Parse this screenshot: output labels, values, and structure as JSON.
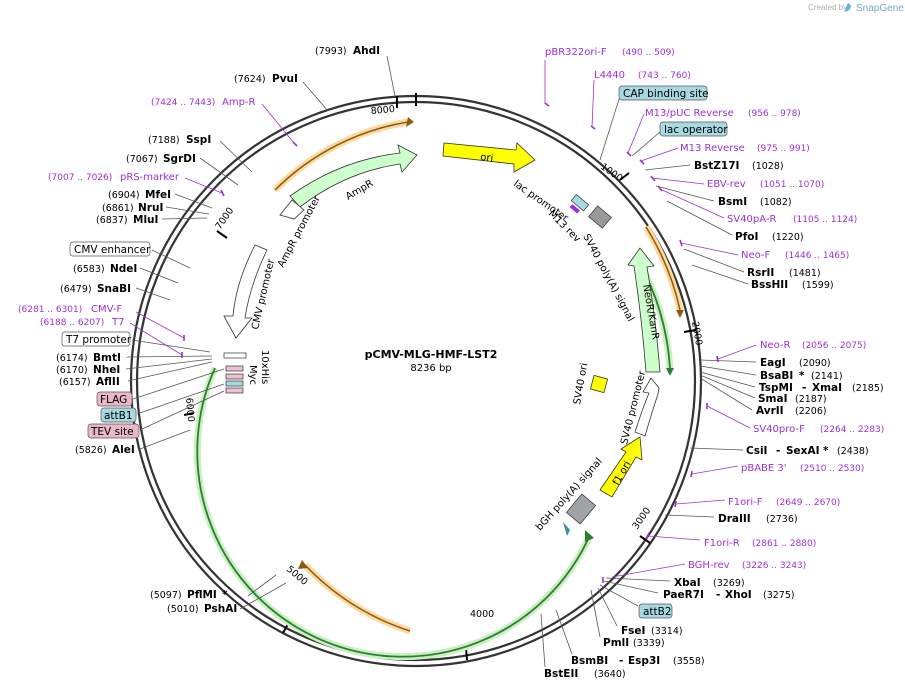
{
  "header": {
    "watermark": "Created by",
    "brand": "SnapGene"
  },
  "plasmid": {
    "name": "pCMV-MLG-HMF-LST2",
    "size": "8236 bp"
  },
  "ticks": [
    "1000",
    "2000",
    "3000",
    "4000",
    "5000",
    "6000",
    "7000",
    "8000"
  ],
  "features": {
    "ori": "ori",
    "lac_promoter": "lac promoter",
    "m13_rev": "M13 rev",
    "sv40_polyA": "SV40 poly(A) signal",
    "neor": "NeoR/KanR",
    "sv40_ori": "SV40 ori",
    "sv40_promoter": "SV40 promoter",
    "f1_ori": "f1 ori",
    "bgh_polyA": "bGH poly(A) signal",
    "ampr": "AmpR",
    "ampr_promoter": "AmpR promoter",
    "cmv_promoter": "CMV promoter",
    "his": "10xHis",
    "myc": "Myc"
  },
  "boxed": {
    "cap": "CAP binding site",
    "lac_operator": "lac operator",
    "cmv_enhancer": "CMV enhancer",
    "t7_promoter": "T7 promoter",
    "flag": "FLAG",
    "attb1": "attB1",
    "tev": "TEV site",
    "attb2": "attB2"
  },
  "primers": {
    "pbr322": {
      "name": "pBR322ori-F",
      "pos": "(490 .. 509)"
    },
    "l4440": {
      "name": "L4440",
      "pos": "(743 .. 760)"
    },
    "m13puc": {
      "name": "M13/pUC Reverse",
      "pos": "(956 .. 978)"
    },
    "m13rev": {
      "name": "M13 Reverse",
      "pos": "(975 .. 991)"
    },
    "ebv": {
      "name": "EBV-rev",
      "pos": "(1051 .. 1070)"
    },
    "sv40pa": {
      "name": "SV40pA-R",
      "pos": "(1105 .. 1124)"
    },
    "neof": {
      "name": "Neo-F",
      "pos": "(1446 .. 1465)"
    },
    "neor": {
      "name": "Neo-R",
      "pos": "(2056 .. 2075)"
    },
    "sv40pro": {
      "name": "SV40pro-F",
      "pos": "(2264 .. 2283)"
    },
    "pbabe": {
      "name": "pBABE 3'",
      "pos": "(2510 .. 2530)"
    },
    "f1orif": {
      "name": "F1ori-F",
      "pos": "(2649 .. 2670)"
    },
    "f1orir": {
      "name": "F1ori-R",
      "pos": "(2861 .. 2880)"
    },
    "bgh": {
      "name": "BGH-rev",
      "pos": "(3226 .. 3243)"
    },
    "ampr": {
      "name": "Amp-R",
      "pos": "(7424 .. 7443)"
    },
    "prs": {
      "name": "pRS-marker",
      "pos": "(7007 .. 7026)"
    },
    "cmvf": {
      "name": "CMV-F",
      "pos": "(6281 .. 6301)"
    },
    "t7": {
      "name": "T7",
      "pos": "(6188 .. 6207)"
    }
  },
  "enzymes": {
    "bstz17i": {
      "name": "BstZ17I",
      "pos": "(1028)"
    },
    "bsmi": {
      "name": "BsmI",
      "pos": "(1082)"
    },
    "pfoi": {
      "name": "PfoI",
      "pos": "(1220)"
    },
    "rsrii": {
      "name": "RsrII",
      "pos": "(1481)"
    },
    "bsshii": {
      "name": "BssHII",
      "pos": "(1599)"
    },
    "eagi": {
      "name": "EagI",
      "pos": "(2090)"
    },
    "bsabi": {
      "name": "BsaBI",
      "star": "*",
      "pos": "(2141)"
    },
    "tspmi": {
      "name": "TspMI",
      "sep": "-",
      "name2": "XmaI",
      "pos": "(2185)"
    },
    "smai": {
      "name": "SmaI",
      "pos": "(2187)"
    },
    "avrii": {
      "name": "AvrII",
      "pos": "(2206)"
    },
    "csii": {
      "name": "CsiI",
      "sep": "-",
      "name2": "SexAI",
      "star": "*",
      "pos": "(2438)"
    },
    "draiii": {
      "name": "DraIII",
      "pos": "(2736)"
    },
    "xbai": {
      "name": "XbaI",
      "pos": "(3269)"
    },
    "paer7i": {
      "name": "PaeR7I",
      "sep": "-",
      "name2": "XhoI",
      "pos": "(3275)"
    },
    "fsei": {
      "name": "FseI",
      "pos": "(3314)"
    },
    "pmli": {
      "name": "PmlI",
      "pos": "(3339)"
    },
    "bsmbi": {
      "name": "BsmBI",
      "sep": "-",
      "name2": "Esp3I",
      "pos": "(3558)"
    },
    "bsteii": {
      "name": "BstEII",
      "pos": "(3640)"
    },
    "ahdi": {
      "name": "AhdI",
      "pos": "(7993)"
    },
    "pvui": {
      "name": "PvuI",
      "pos": "(7624)"
    },
    "sspi": {
      "name": "SspI",
      "pos": "(7188)"
    },
    "sgrdi": {
      "name": "SgrDI",
      "pos": "(7067)"
    },
    "mfei": {
      "name": "MfeI",
      "pos": "(6904)"
    },
    "nrui": {
      "name": "NruI",
      "pos": "(6861)"
    },
    "mlui": {
      "name": "MluI",
      "pos": "(6837)"
    },
    "ndei": {
      "name": "NdeI",
      "pos": "(6583)"
    },
    "snabi": {
      "name": "SnaBI",
      "pos": "(6479)"
    },
    "bmti": {
      "name": "BmtI",
      "pos": "(6174)"
    },
    "nhei": {
      "name": "NheI",
      "pos": "(6170)"
    },
    "aflii": {
      "name": "AflII",
      "pos": "(6157)"
    },
    "alei": {
      "name": "AleI",
      "pos": "(5826)"
    },
    "pflmi": {
      "name": "PflMI",
      "star": "*",
      "pos": "(5097)"
    },
    "pshai": {
      "name": "PshAI",
      "pos": "(5010)"
    }
  },
  "colors": {
    "primer": "#9b30d9",
    "yellow": "#ffff00",
    "green_feature": "#ccffcc",
    "orf_green": "#2e7d32",
    "orange": "#f0a030",
    "teal_box": "#a8d8e0",
    "pink_box": "#e8b8c8"
  }
}
